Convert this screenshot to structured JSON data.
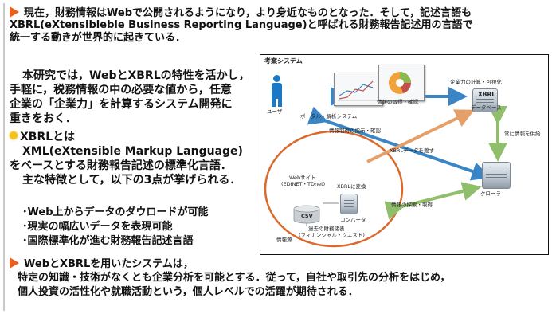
{
  "intro": {
    "lines": [
      "現在，財務情報はWebで公開されるようになり，より身近なものとなった．そして，記述言語も",
      "XBRL(eXtensibleble Business Reporting Language)と呼ばれる財務報告記述用の言語で",
      "統一する動きが世界的に起きている．"
    ]
  },
  "research": {
    "lines": [
      "本研究では，WebとXBRLの特性を活かし，",
      "手軽に，税務情報の中の必要な値から，任意",
      "企業の「企業力」を計算するシステム開発に",
      "重きをおく．"
    ]
  },
  "xbrl": {
    "heading": "XBRLとは",
    "lines": [
      "XML(eXtensible Markup Language)",
      "をベースとする財務報告記述の標準化言語．",
      "主な特徴として，以下の3点が挙げられる．"
    ],
    "features": [
      "･Web上からデータのダウロードが可能",
      "･現実の幅広いデータを表現可能",
      "･国際標準化が進む財務報告記述言語"
    ]
  },
  "conclusion": {
    "lines": [
      "WebとXBRLを用いたシステムは，",
      "特定の知識・技術がなくとも企業分析を可能とする．従って，自社や取引先の分析をはじめ，",
      "個人投資の活性化や就職活動という，個人レベルでの活躍が期待される．"
    ]
  },
  "diagram": {
    "system_title": "考案システム",
    "user": "ユーザ",
    "portal": "ポータル・解析システム",
    "calc": "企業力の計算・可視化",
    "xbrl_db_top": "XBRL",
    "xbrl_db_bottom": "データベース",
    "acquire": "情報の取得・確認",
    "instruct": "情報取得の指示・確認",
    "supply": "常に情報を供給",
    "pass": "XBRLデータを渡す",
    "website_top": "Webサイト",
    "website_bottom": "(EDINET・TDnet)",
    "convert": "XBRLに変換",
    "csv": "CSV",
    "converter": "コンバータ",
    "past_top": "過去の財務諸表",
    "past_bottom": "(フィナンシャル・クエスト)",
    "source": "情報源",
    "crawler": "クローラ",
    "explore": "情報の探索・取得",
    "colors": {
      "blue_arrow": "#3a85c6",
      "green_arrow": "#8fbf6a",
      "orange_arrow": "#e5a06a",
      "ellipse": "#d96a2b",
      "accent": "#e8611f"
    }
  }
}
